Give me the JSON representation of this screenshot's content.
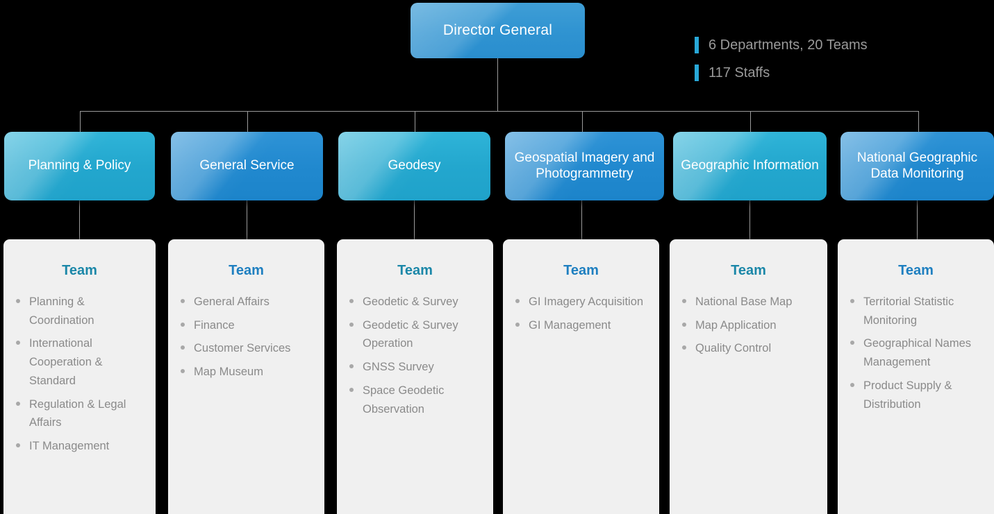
{
  "root": {
    "label": "Director General"
  },
  "legend": {
    "accent_color": "#28A8D8",
    "items": [
      {
        "text": "6 Departments, 20 Teams"
      },
      {
        "text": "117 Staffs"
      }
    ]
  },
  "team_heading_label": "Team",
  "departments": [
    {
      "name": "Planning & Policy",
      "color": "#22A9CE",
      "tone": "teal",
      "teams": [
        "Planning & Coordination",
        "International Cooperation & Standard",
        "Regulation & Legal Affairs",
        "IT Management"
      ]
    },
    {
      "name": "General Service",
      "color": "#1E87CE",
      "tone": "blue",
      "teams": [
        "General Affairs",
        "Finance",
        "Customer Services",
        "Map Museum"
      ]
    },
    {
      "name": "Geodesy",
      "color": "#22A9CE",
      "tone": "teal",
      "teams": [
        "Geodetic & Survey",
        "Geodetic & Survey Operation",
        "GNSS Survey",
        "Space Geodetic Observation"
      ]
    },
    {
      "name": "Geospatial Imagery and Photogrammetry",
      "color": "#1E87CE",
      "tone": "blue",
      "teams": [
        "GI Imagery Acquisition",
        "GI Management"
      ]
    },
    {
      "name": "Geographic Information",
      "color": "#22A9CE",
      "tone": "teal",
      "teams": [
        "National Base Map",
        "Map Application",
        "Quality Control"
      ]
    },
    {
      "name": "National Geographic Data Monitoring",
      "color": "#1E87CE",
      "tone": "blue",
      "teams": [
        "Territorial Statistic Monitoring",
        "Geographical Names Management",
        "Product Supply & Distribution"
      ]
    }
  ]
}
